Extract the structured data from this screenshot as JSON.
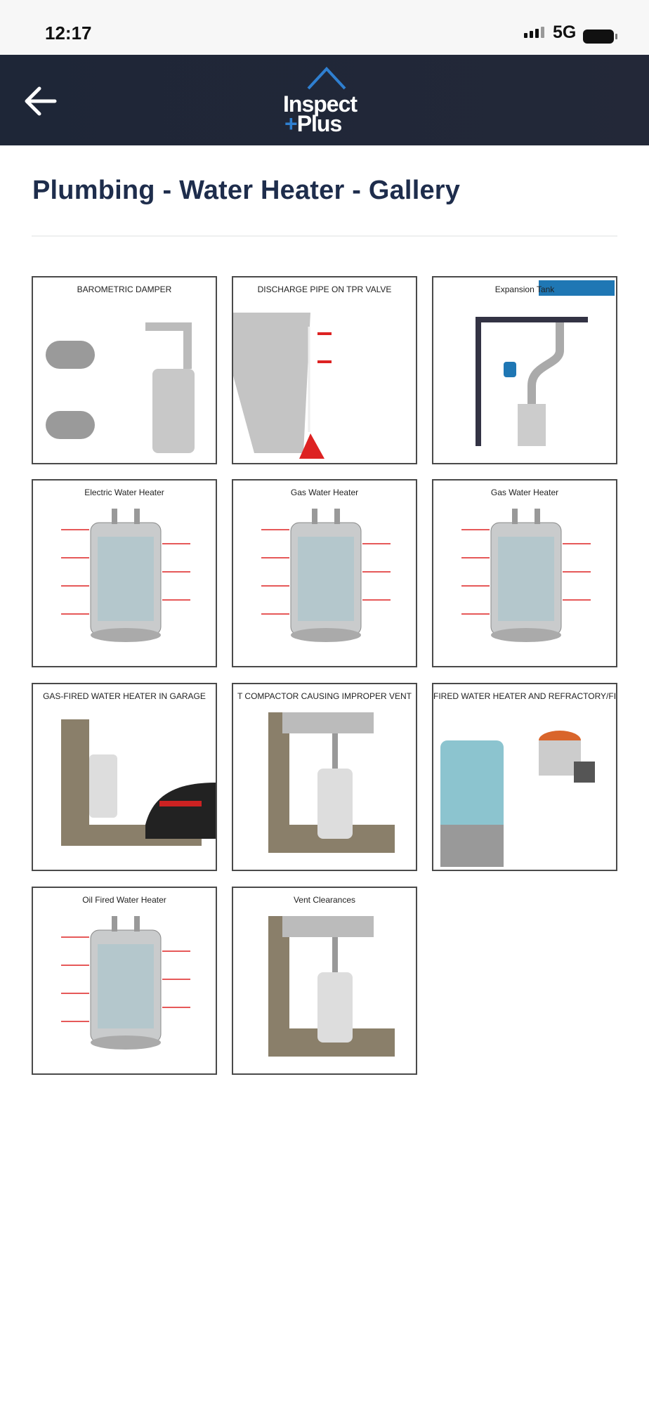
{
  "status_bar": {
    "time": "12:17",
    "network": "5G"
  },
  "header": {
    "logo_text_1": "Inspect",
    "logo_text_2": "Plus",
    "back_icon": "arrow-left-icon"
  },
  "page": {
    "title": "Plumbing - Water Heater - Gallery"
  },
  "gallery": [
    {
      "caption": "BAROMETRIC DAMPER",
      "style": "damper"
    },
    {
      "caption": "DISCHARGE PIPE ON TPR VALVE",
      "style": "discharge"
    },
    {
      "caption": "Expansion Tank",
      "style": "expansion"
    },
    {
      "caption": "Electric Water Heater",
      "style": "heater"
    },
    {
      "caption": "Gas Water Heater",
      "style": "heater"
    },
    {
      "caption": "Gas Water Heater",
      "style": "heater"
    },
    {
      "caption": "GAS-FIRED WATER HEATER IN GARAGE",
      "style": "garage"
    },
    {
      "caption": "T COMPACTOR CAUSING IMPROPER VENT",
      "style": "vent"
    },
    {
      "caption": "FIRED WATER HEATER AND REFRACTORY/FIRE",
      "style": "refractory"
    },
    {
      "caption": "Oil Fired Water Heater",
      "style": "heater"
    },
    {
      "caption": "Vent Clearances",
      "style": "vent"
    }
  ],
  "colors": {
    "header_bg": "#222838",
    "title": "#1e2d4c",
    "accent": "#2f7fd0"
  }
}
